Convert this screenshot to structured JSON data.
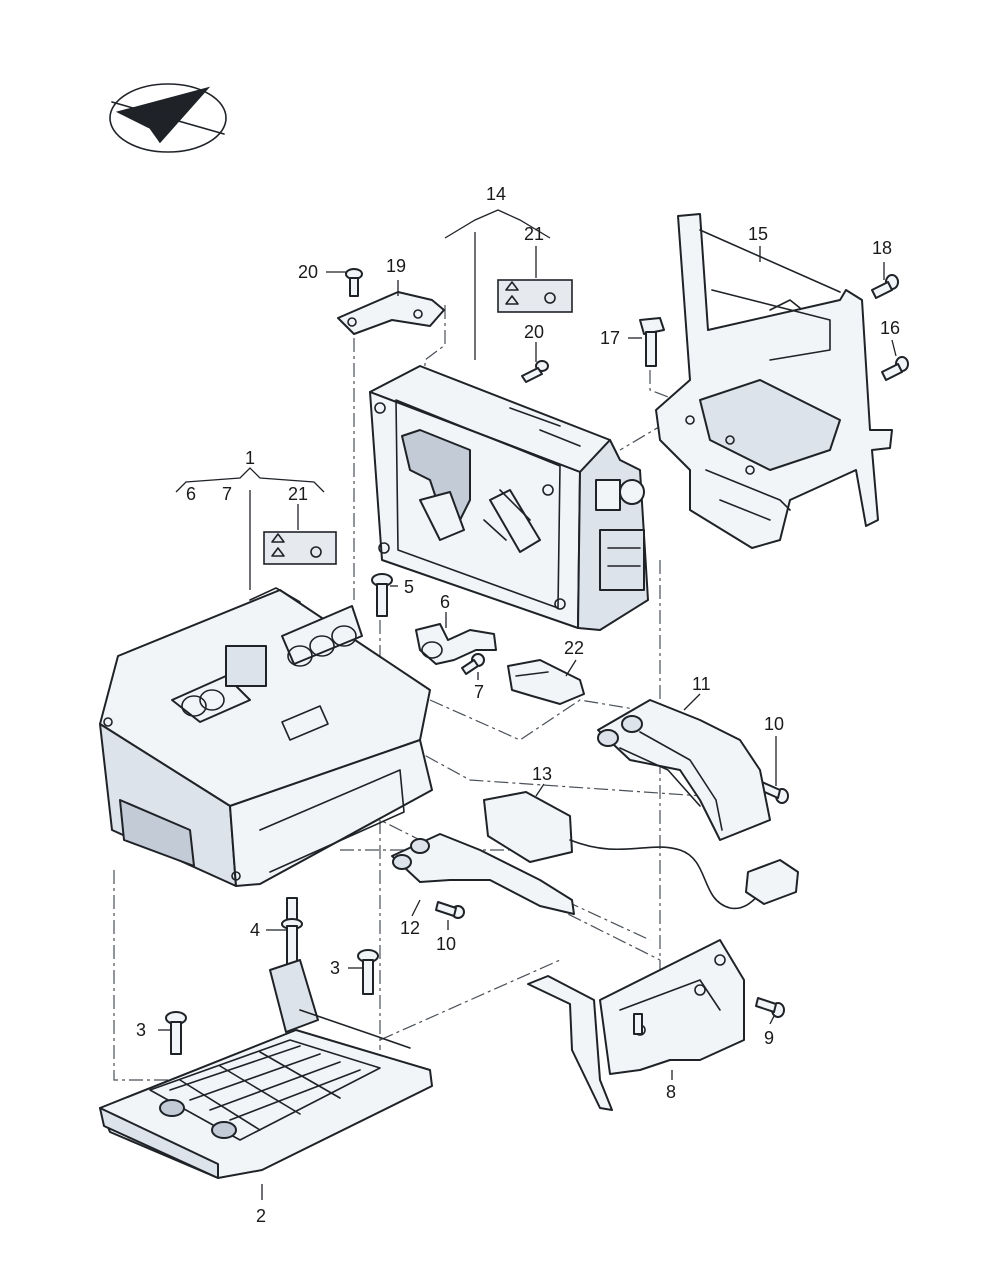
{
  "diagram": {
    "labels": {
      "p1": "1",
      "p2": "2",
      "p3a": "3",
      "p3b": "3",
      "p4": "4",
      "p5": "5",
      "p6a": "6",
      "p6b": "6",
      "p7a": "7",
      "p7b": "7",
      "p8": "8",
      "p9": "9",
      "p10a": "10",
      "p10b": "10",
      "p11": "11",
      "p12": "12",
      "p13": "13",
      "p14": "14",
      "p15": "15",
      "p16": "16",
      "p17": "17",
      "p18": "18",
      "p19": "19",
      "p20a": "20",
      "p20b": "20",
      "p21a": "21",
      "p21b": "21",
      "p22": "22"
    },
    "icons": {
      "orientation": "direction-arrow-icon",
      "warning_sticker": "warning-label-icon"
    },
    "colors": {
      "line": "#1f2328",
      "part_fill": "#f2f5f8",
      "part_shade": "#dde3ea",
      "dash": "#4a5058"
    }
  }
}
